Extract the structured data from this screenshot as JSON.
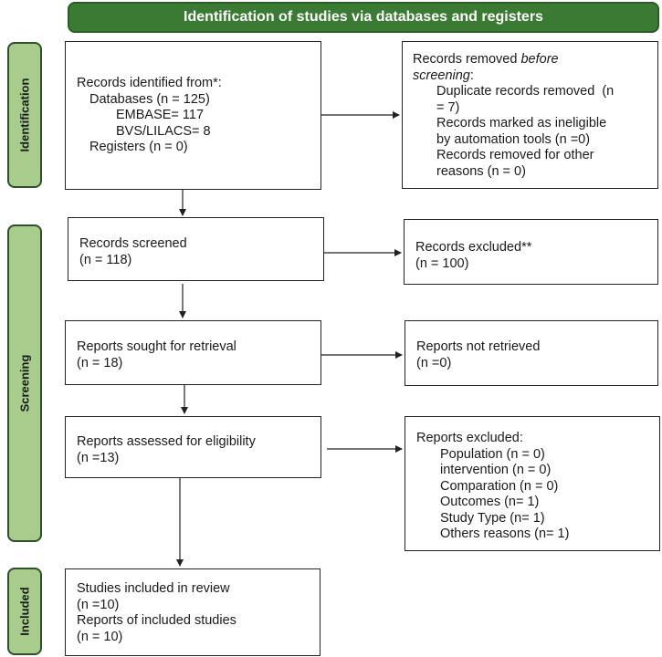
{
  "header": {
    "title": "Identification of studies via databases and registers"
  },
  "stages": {
    "identification": "Identification",
    "screening": "Screening",
    "included": "Included"
  },
  "identified": {
    "title": "Records identified from*:",
    "databases": "Databases (n = 125)",
    "embase": "EMBASE= 117",
    "bvs": "BVS/LILACS= 8",
    "registers": "Registers (n = 0)"
  },
  "removed": {
    "title_prefix": "Records removed ",
    "title_italic_1": "before",
    "title_italic_2": "screening",
    "title_suffix": ":",
    "dup_1": "Duplicate records removed  (n",
    "dup_2": "= 7)",
    "inelig_1": "Records marked as ineligible",
    "inelig_2": "by automation tools (n =0)",
    "other_1": "Records removed for other",
    "other_2": "reasons (n = 0)"
  },
  "screened": {
    "label": "Records screened",
    "count": "(n = 118)"
  },
  "excluded": {
    "label": "Records excluded**",
    "count": "(n = 100)"
  },
  "sought": {
    "label": "Reports sought for retrieval",
    "count": "(n = 18)"
  },
  "not_retrieved": {
    "label": "Reports not retrieved",
    "count": "(n =0)"
  },
  "assessed": {
    "label": "Reports assessed for eligibility",
    "count": "(n =13)"
  },
  "reports_excluded": {
    "title": "Reports excluded:",
    "items": [
      "Population (n = 0)",
      "intervention (n = 0)",
      "Comparation (n = 0)",
      "Outcomes (n= 1)",
      "Study Type (n= 1)",
      "Others reasons (n= 1)"
    ]
  },
  "included": {
    "studies": "Studies included in review",
    "studies_n": "(n =10)",
    "reports": "Reports of included studies",
    "reports_n": "(n = 10)"
  },
  "colors": {
    "header_green": "#3a7a33",
    "stage_green": "#a7cc8c",
    "border": "#222222"
  }
}
